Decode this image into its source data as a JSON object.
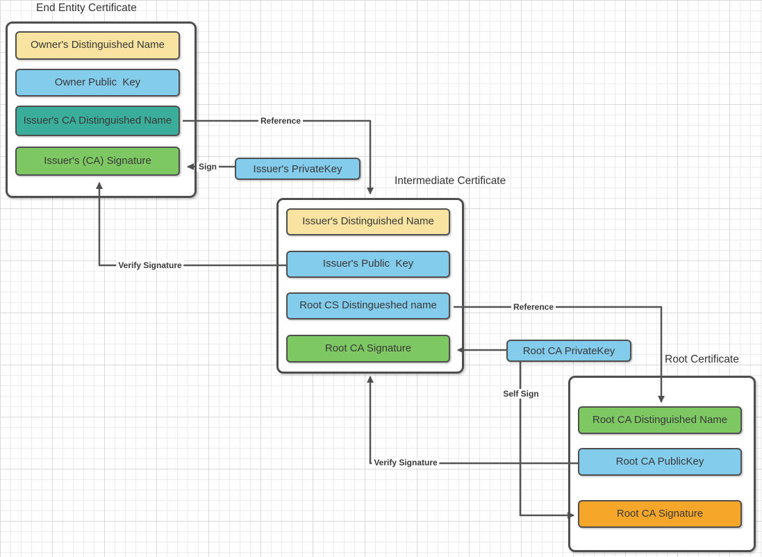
{
  "groups": [
    {
      "title": "End Entity Certificate",
      "fields": [
        {
          "label": "Owner's Distinguished Name",
          "color": "#F9E3A0"
        },
        {
          "label": "Owner Public  Key",
          "color": "#84CCEC"
        },
        {
          "label": "Issuer's CA Distinguished Name",
          "color": "#3BAD9B"
        },
        {
          "label": "Issuer's (CA) Signature",
          "color": "#7EC863"
        }
      ]
    },
    {
      "title": "Intermediate Certificate",
      "fields": [
        {
          "label": "Issuer's Distinguished Name",
          "color": "#F9E3A0"
        },
        {
          "label": "Issuer's Public  Key",
          "color": "#84CCEC"
        },
        {
          "label": "Root CS Distingueshed name",
          "color": "#84CCEC"
        },
        {
          "label": "Root CA Signature",
          "color": "#7EC863"
        }
      ]
    },
    {
      "title": "Root Certificate",
      "fields": [
        {
          "label": "Root CA Distinguished Name",
          "color": "#7EC863"
        },
        {
          "label": "Root CA PublicKey",
          "color": "#84CCEC"
        },
        {
          "label": "Root CA Signature",
          "color": "#F6A72A"
        }
      ]
    }
  ],
  "keys": [
    {
      "label": "Issuer's PrivateKey",
      "color": "#84CCEC"
    },
    {
      "label": "Root CA PrivateKey",
      "color": "#84CCEC"
    }
  ],
  "connectors": [
    {
      "label": "Reference"
    },
    {
      "label": "Sign"
    },
    {
      "label": "Verify Signature"
    },
    {
      "label": "Reference"
    },
    {
      "label": "Self Sign"
    },
    {
      "label": "Verify Signature"
    }
  ],
  "palette": {
    "yellow": "#F9E3A0",
    "blue": "#84CCEC",
    "teal": "#3BAD9B",
    "green": "#7EC863",
    "orange": "#F6A72A",
    "shape_border": "#4E4E4E",
    "connector_line": "#545454",
    "grid_minor": "#ECECEC",
    "grid_major": "#D9D9D9"
  }
}
